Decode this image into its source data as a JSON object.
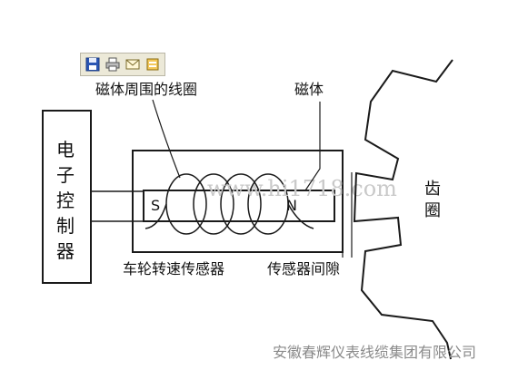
{
  "toolbar": {
    "buttons": [
      {
        "icon": "save-icon"
      },
      {
        "icon": "print-icon"
      },
      {
        "icon": "email-icon"
      },
      {
        "icon": "edit-icon"
      }
    ]
  },
  "diagram": {
    "coil_label": "磁体周围的线圈",
    "magnet_label": "磁体",
    "controller_chars": [
      "电",
      "子",
      "控",
      "制",
      "器"
    ],
    "gear_chars": [
      "齿",
      "圈"
    ],
    "pole_s": "S",
    "pole_n": "N",
    "sensor_label": "车轮转速传感器",
    "gap_label": "传感器间隙",
    "watermark": "www.hi1718.com",
    "footer": "安徽春辉仪表线缆集团有限公司"
  },
  "colors": {
    "line": "#1a1a1a",
    "watermark": "#c9c9c9",
    "footer": "#8a8a8a",
    "toolbar_bg": "#ece9d8"
  }
}
